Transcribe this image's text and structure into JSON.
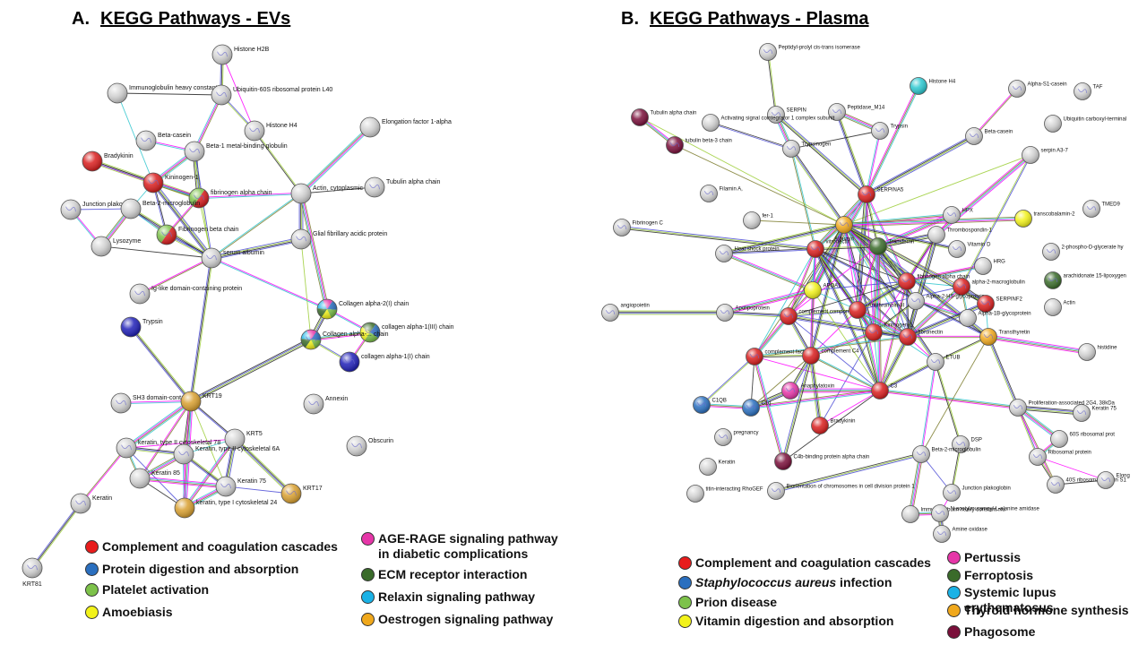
{
  "panels": {
    "a": {
      "letter": "A.",
      "title": "KEGG Pathways - EVs"
    },
    "b": {
      "letter": "B.",
      "title": "KEGG Pathways - Plasma"
    }
  },
  "colors": {
    "red": "#d91e1e",
    "blue": "#2a6fbf",
    "green": "#7dc24a",
    "yellow": "#f2f21a",
    "magenta": "#e636a8",
    "darkgreen": "#3a6b2a",
    "cyan": "#1ab2e6",
    "orange": "#f0a81c",
    "maroon": "#7a0f3a",
    "navy": "#2020b8",
    "gold": "#d9a030",
    "teal": "#2cc8d0",
    "grey": "#d4d4d4"
  },
  "legend_a": [
    {
      "label": "Complement and coagulation cascades",
      "color": "#e81c1c"
    },
    {
      "label": "Protein digestion and absorption",
      "color": "#2a6fbf"
    },
    {
      "label": "Platelet activation",
      "color": "#7dc24a"
    },
    {
      "label": "Amoebiasis",
      "color": "#f2f21a"
    },
    {
      "label": "AGE-RAGE signaling pathway\nin diabetic complications",
      "color": "#e636a8"
    },
    {
      "label": "ECM receptor interaction",
      "color": "#3a6b2a"
    },
    {
      "label": "Relaxin signaling pathway",
      "color": "#1ab2e6"
    },
    {
      "label": "Oestrogen signaling pathway",
      "color": "#f0a81c"
    }
  ],
  "legend_b": [
    {
      "label": "Complement and coagulation cascades",
      "color": "#e81c1c"
    },
    {
      "label_italic": "Staphylococcus aureus",
      "label": " infection",
      "color": "#2a6fbf"
    },
    {
      "label": "Prion disease",
      "color": "#7dc24a"
    },
    {
      "label": "Vitamin digestion and absorption",
      "color": "#f2f21a"
    },
    {
      "label": "Pertussis",
      "color": "#e636a8"
    },
    {
      "label": "Ferroptosis",
      "color": "#3a6b2a"
    },
    {
      "label": "Systemic lupus erythematosus",
      "color": "#1ab2e6"
    },
    {
      "label": "Thyroid hormone synthesis",
      "color": "#f0a81c"
    },
    {
      "label": "Phagosome",
      "color": "#7a0f3a"
    }
  ],
  "network_a": {
    "nodes": [
      {
        "id": "h2b",
        "label": "Histone H2B",
        "colors": [
          "grey"
        ]
      },
      {
        "id": "igh",
        "label": "Immunoglobulin heavy constant",
        "colors": [
          "grey"
        ]
      },
      {
        "id": "ubi",
        "label": "Ubiquitin-60S ribosomal protein L40",
        "colors": [
          "grey"
        ]
      },
      {
        "id": "h4",
        "label": "Histone H4",
        "colors": [
          "grey"
        ]
      },
      {
        "id": "elf",
        "label": "Elongation factor 1-alpha",
        "colors": [
          "grey"
        ]
      },
      {
        "id": "bcas",
        "label": "Beta-casein",
        "colors": [
          "grey"
        ]
      },
      {
        "id": "b1mg",
        "label": "Beta-1 metal-binding globulin",
        "colors": [
          "grey"
        ]
      },
      {
        "id": "brad",
        "label": "Bradykinin",
        "colors": [
          "red"
        ]
      },
      {
        "id": "kin1",
        "label": "Kininogen-1",
        "colors": [
          "red"
        ]
      },
      {
        "id": "fga",
        "label": "fibrinogen alpha chain",
        "colors": [
          "red",
          "green"
        ]
      },
      {
        "id": "actin",
        "label": "Actin, cytoplasmic 1",
        "colors": [
          "grey"
        ]
      },
      {
        "id": "tub",
        "label": "Tubulin alpha chain",
        "colors": [
          "grey"
        ]
      },
      {
        "id": "jup",
        "label": "Junction plakoglobin",
        "colors": [
          "grey"
        ]
      },
      {
        "id": "b2m",
        "label": "Beta-2-microglobulin",
        "colors": [
          "grey"
        ]
      },
      {
        "id": "fgb",
        "label": "Fibrinogen beta chain",
        "colors": [
          "red",
          "green"
        ]
      },
      {
        "id": "gfap",
        "label": "Glial fibrillary acidic protein",
        "colors": [
          "grey"
        ]
      },
      {
        "id": "lyz",
        "label": "Lysozyme",
        "colors": [
          "grey"
        ]
      },
      {
        "id": "alb",
        "label": "serum albumin",
        "colors": [
          "grey"
        ]
      },
      {
        "id": "igl",
        "label": "Ig-like domain-containing protein",
        "colors": [
          "grey"
        ]
      },
      {
        "id": "col2a",
        "label": "Collagen alpha-2(I) chain",
        "colors": [
          "blue",
          "green",
          "yellow",
          "darkgreen",
          "cyan",
          "magenta"
        ]
      },
      {
        "id": "col3a",
        "label": "collagen alpha-1(III) chain",
        "colors": [
          "blue",
          "green",
          "yellow",
          "darkgreen"
        ]
      },
      {
        "id": "colx",
        "label": "Collagen alpha-... chain",
        "colors": [
          "blue",
          "green",
          "yellow",
          "darkgreen",
          "cyan",
          "magenta"
        ]
      },
      {
        "id": "try",
        "label": "Trypsin",
        "colors": [
          "navy"
        ]
      },
      {
        "id": "col1a",
        "label": "collagen alpha-1(I) chain",
        "colors": [
          "navy"
        ]
      },
      {
        "id": "sh3",
        "label": "SH3 domain-contain...",
        "colors": [
          "grey"
        ]
      },
      {
        "id": "krt19",
        "label": "KRT19",
        "colors": [
          "gold"
        ]
      },
      {
        "id": "anx",
        "label": "Annexin",
        "colors": [
          "grey"
        ]
      },
      {
        "id": "obs",
        "label": "Obscurin",
        "colors": [
          "grey"
        ]
      },
      {
        "id": "krt5",
        "label": "KRT5",
        "colors": [
          "grey"
        ]
      },
      {
        "id": "k78",
        "label": "keratin, type II cytoskeletal 78",
        "colors": [
          "grey"
        ]
      },
      {
        "id": "k6a",
        "label": "Keratin, type II cytoskeletal 6A",
        "colors": [
          "grey"
        ]
      },
      {
        "id": "k85",
        "label": "Keratin 85",
        "colors": [
          "grey"
        ]
      },
      {
        "id": "k75",
        "label": "Keratin 75",
        "colors": [
          "grey"
        ]
      },
      {
        "id": "krt17",
        "label": "KRT17",
        "colors": [
          "gold"
        ]
      },
      {
        "id": "k24",
        "label": "keratin, type I cytoskeletal 24",
        "colors": [
          "gold"
        ]
      },
      {
        "id": "ker",
        "label": "Keratin",
        "colors": [
          "grey"
        ]
      },
      {
        "id": "krt81",
        "label": "KRT81",
        "colors": [
          "grey"
        ]
      }
    ]
  },
  "network_b": {
    "nodes": [
      {
        "id": "ppi",
        "label": "Peptidyl-prolyl cis-trans isomerase",
        "colors": [
          "grey"
        ]
      },
      {
        "id": "h4b",
        "label": "Histone H4",
        "colors": [
          "teal"
        ]
      },
      {
        "id": "as1",
        "label": "Alpha-S1-casein",
        "colors": [
          "grey"
        ]
      },
      {
        "id": "taf",
        "label": "TAF",
        "colors": [
          "grey"
        ]
      },
      {
        "id": "tubb",
        "label": "Tubulin alpha chain",
        "colors": [
          "maroon"
        ]
      },
      {
        "id": "serpin",
        "label": "SERPIN",
        "colors": [
          "grey"
        ]
      },
      {
        "id": "pepm",
        "label": "Peptidase_M14",
        "colors": [
          "grey"
        ]
      },
      {
        "id": "asc",
        "label": "Activating signal cointegrator 1 complex subunit",
        "colors": [
          "grey"
        ]
      },
      {
        "id": "tryb",
        "label": "Trypsin",
        "colors": [
          "grey"
        ]
      },
      {
        "id": "bcasb",
        "label": "Beta-casein",
        "colors": [
          "grey"
        ]
      },
      {
        "id": "uch",
        "label": "Ubiquitin carboxyl-terminal",
        "colors": [
          "grey"
        ]
      },
      {
        "id": "tb3",
        "label": "tubulin beta-3 chain",
        "colors": [
          "maroon"
        ]
      },
      {
        "id": "tgen",
        "label": "Trypsinogen",
        "colors": [
          "grey"
        ]
      },
      {
        "id": "sa37",
        "label": "serpin A3-7",
        "colors": [
          "grey"
        ]
      },
      {
        "id": "fila",
        "label": "Filamin A,",
        "colors": [
          "grey"
        ]
      },
      {
        "id": "spa5",
        "label": "SERPINA5",
        "colors": [
          "red"
        ]
      },
      {
        "id": "tcn2",
        "label": "transcobalamin-2",
        "colors": [
          "yellow"
        ]
      },
      {
        "id": "tmed",
        "label": "TMED9",
        "colors": [
          "grey"
        ]
      },
      {
        "id": "fibc",
        "label": "Fibrinogen C",
        "colors": [
          "grey"
        ]
      },
      {
        "id": "fer",
        "label": "fer-1",
        "colors": [
          "grey"
        ]
      },
      {
        "id": "albb",
        "label": "Albumin",
        "colors": [
          "orange"
        ]
      },
      {
        "id": "hpx",
        "label": "HPX",
        "colors": [
          "grey"
        ]
      },
      {
        "id": "thbs",
        "label": "Thrombospondin-1",
        "colors": [
          "grey"
        ]
      },
      {
        "id": "hsp",
        "label": "Heat shock protein",
        "colors": [
          "grey"
        ]
      },
      {
        "id": "vitr",
        "label": "vitronectin",
        "colors": [
          "red"
        ]
      },
      {
        "id": "trf",
        "label": "Transferrin",
        "colors": [
          "darkgreen"
        ]
      },
      {
        "id": "vitd",
        "label": "Vitamin D",
        "colors": [
          "grey"
        ]
      },
      {
        "id": "pgy",
        "label": "2-phospho-D-glycerate hy",
        "colors": [
          "grey"
        ]
      },
      {
        "id": "hrg",
        "label": "HRG",
        "colors": [
          "grey"
        ]
      },
      {
        "id": "alox",
        "label": "arachidonate 15-lipoxygen",
        "colors": [
          "darkgreen"
        ]
      },
      {
        "id": "ang",
        "label": "angiopoietin",
        "colors": [
          "grey"
        ]
      },
      {
        "id": "apoa",
        "label": "APOA1",
        "colors": [
          "yellow"
        ]
      },
      {
        "id": "fgab",
        "label": "fibrinogen alpha chain",
        "colors": [
          "red"
        ]
      },
      {
        "id": "amg",
        "label": "alpha-2-macroglobulin",
        "colors": [
          "red"
        ]
      },
      {
        "id": "act",
        "label": "Actin",
        "colors": [
          "grey"
        ]
      },
      {
        "id": "apol",
        "label": "Apolipoprotein",
        "colors": [
          "grey"
        ]
      },
      {
        "id": "comp",
        "label": "complement component",
        "colors": [
          "red"
        ]
      },
      {
        "id": "at3",
        "label": "Antithrombin-III",
        "colors": [
          "red"
        ]
      },
      {
        "id": "a2hs",
        "label": "Alpha-2-HS-glycoprotein",
        "colors": [
          "grey"
        ]
      },
      {
        "id": "spf2",
        "label": "SERPINF2",
        "colors": [
          "red"
        ]
      },
      {
        "id": "a1b",
        "label": "Alpha-1B-glycoprotein",
        "colors": [
          "grey"
        ]
      },
      {
        "id": "kin1b",
        "label": "Kininogen-1",
        "colors": [
          "red"
        ]
      },
      {
        "id": "ttr",
        "label": "Transthyretin",
        "colors": [
          "orange"
        ]
      },
      {
        "id": "his",
        "label": "histidine",
        "colors": [
          "grey"
        ]
      },
      {
        "id": "fn1",
        "label": "fibronectin",
        "colors": [
          "red"
        ]
      },
      {
        "id": "cfh",
        "label": "complement factor H",
        "colors": [
          "red"
        ]
      },
      {
        "id": "c4",
        "label": "complement C4",
        "colors": [
          "red"
        ]
      },
      {
        "id": "etub",
        "label": "ETUB",
        "colors": [
          "grey"
        ]
      },
      {
        "id": "anap",
        "label": "Anaphylatoxin",
        "colors": [
          "magenta"
        ]
      },
      {
        "id": "c3",
        "label": "C3",
        "colors": [
          "red"
        ]
      },
      {
        "id": "c1qb",
        "label": "C1QB",
        "colors": [
          "blue"
        ]
      },
      {
        "id": "c1q",
        "label": "C1q",
        "colors": [
          "blue"
        ]
      },
      {
        "id": "brk",
        "label": "Bradykinin",
        "colors": [
          "red"
        ]
      },
      {
        "id": "pa2",
        "label": "Proliferation-associated 2G4, 38kDa",
        "colors": [
          "grey"
        ]
      },
      {
        "id": "k75b",
        "label": "Keratin 75",
        "colors": [
          "grey"
        ]
      },
      {
        "id": "rib60",
        "label": "60S ribosomal prot",
        "colors": [
          "grey"
        ]
      },
      {
        "id": "preg",
        "label": "pregnancy",
        "colors": [
          "grey"
        ]
      },
      {
        "id": "dsp",
        "label": "DSP",
        "colors": [
          "grey"
        ]
      },
      {
        "id": "c4bp",
        "label": "C4b-binding protein alpha chain",
        "colors": [
          "maroon"
        ]
      },
      {
        "id": "b2mb",
        "label": "Beta-2-microglobulin",
        "colors": [
          "grey"
        ]
      },
      {
        "id": "ribp",
        "label": "Ribosomal protein",
        "colors": [
          "grey"
        ]
      },
      {
        "id": "kerb",
        "label": "Keratin",
        "colors": [
          "grey"
        ]
      },
      {
        "id": "rib40",
        "label": "40S ribosomal protein S1",
        "colors": [
          "grey"
        ]
      },
      {
        "id": "elong",
        "label": "Elong",
        "colors": [
          "grey"
        ]
      },
      {
        "id": "tti",
        "label": "titin-interacting RhoGEF",
        "colors": [
          "grey"
        ]
      },
      {
        "id": "bori",
        "label": "Biorientation of chromosomes in cell division protein 1",
        "colors": [
          "grey"
        ]
      },
      {
        "id": "jupb",
        "label": "Junction plakoglobin",
        "colors": [
          "grey"
        ]
      },
      {
        "id": "ighb",
        "label": "Immunoglobulin heavy constant mu",
        "colors": [
          "grey"
        ]
      },
      {
        "id": "nac",
        "label": "N-acetylmuramoyl-L-alanine amidase",
        "colors": [
          "grey"
        ]
      },
      {
        "id": "amox",
        "label": "Amine oxidase",
        "colors": [
          "grey"
        ]
      }
    ]
  }
}
